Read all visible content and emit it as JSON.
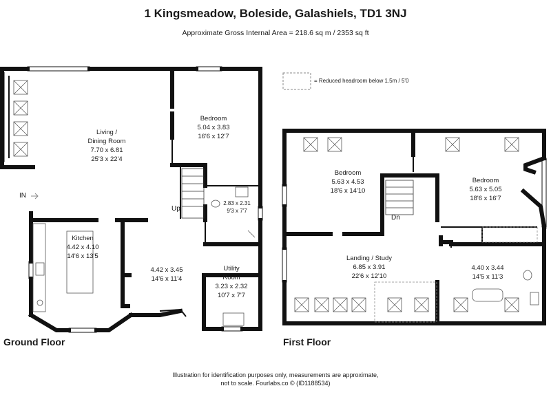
{
  "header": {
    "title": "1 Kingsmeadow, Boleside, Galashiels, TD1 3NJ",
    "area": "Approximate Gross Internal Area = 218.6 sq m / 2353 sq ft"
  },
  "legend": {
    "text": "= Reduced headroom below 1.5m / 5'0"
  },
  "ground_floor": {
    "label": "Ground Floor",
    "entrance": "IN",
    "stairs_up": "Up",
    "rooms": [
      {
        "name": "Living / Dining Room",
        "name_line1": "Living /",
        "name_line2": "Dining Room",
        "metric": "7.70 x 6.81",
        "imperial": "25'3 x 22'4"
      },
      {
        "name": "Bedroom",
        "metric": "5.04 x 3.83",
        "imperial": "16'6 x 12'7"
      },
      {
        "name": "Kitchen",
        "metric": "4.42 x 4.10",
        "imperial": "14'6 x 13'5"
      },
      {
        "name": "",
        "metric": "4.42 x 3.45",
        "imperial": "14'6 x 11'4"
      },
      {
        "name": "",
        "metric": "2.83 x 2.31",
        "imperial": "9'3 x 7'7"
      },
      {
        "name": "Utility Room",
        "name_line1": "Utility",
        "name_line2": "Room",
        "metric": "3.23 x 2.32",
        "imperial": "10'7 x 7'7"
      }
    ]
  },
  "first_floor": {
    "label": "First Floor",
    "stairs_down": "Dn",
    "rooms": [
      {
        "name": "Bedroom",
        "metric": "5.63 x 4.53",
        "imperial": "18'6 x 14'10"
      },
      {
        "name": "Bedroom",
        "metric": "5.63 x 5.05",
        "imperial": "18'6 x 16'7"
      },
      {
        "name": "Landing / Study",
        "metric": "6.85 x 3.91",
        "imperial": "22'6 x 12'10"
      },
      {
        "name": "",
        "metric": "4.40 x 3.44",
        "imperial": "14'5 x 11'3"
      }
    ]
  },
  "footer": {
    "line1": "Illustration for identification purposes only, measurements are approximate,",
    "line2": "not to scale. Fourlabs.co © (ID1188534)"
  }
}
